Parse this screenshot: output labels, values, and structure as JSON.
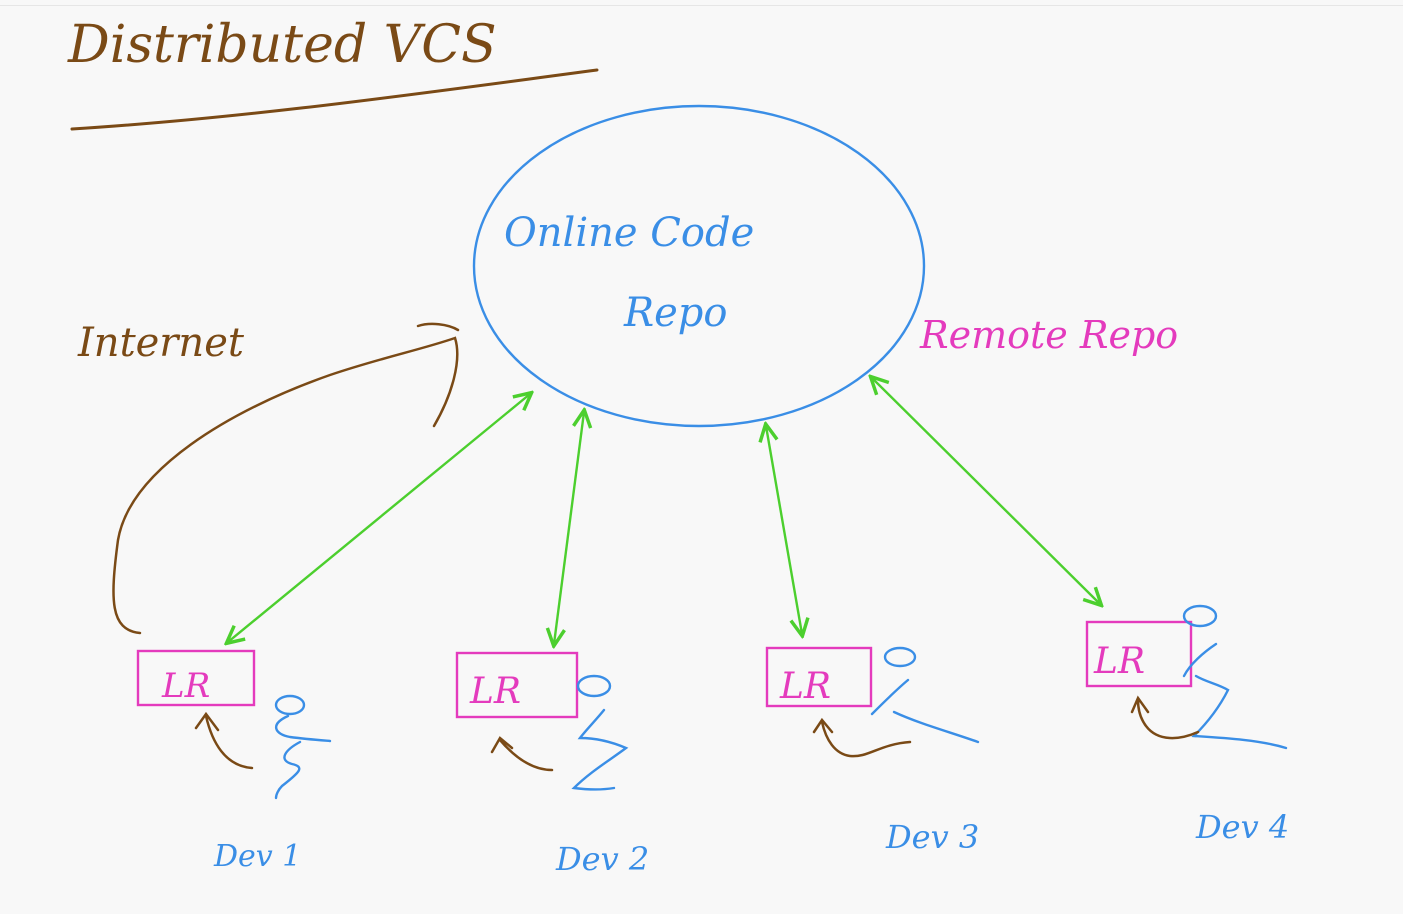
{
  "title": "Distributed VCS",
  "central": {
    "line1": "Online Code",
    "line2": "Repo"
  },
  "remote_label": "Remote Repo",
  "internet_label": "Internet",
  "developers": [
    {
      "name": "Dev 1",
      "repo_label": "LR"
    },
    {
      "name": "Dev 2",
      "repo_label": "LR"
    },
    {
      "name": "Dev 3",
      "repo_label": "LR"
    },
    {
      "name": "Dev 4",
      "repo_label": "LR"
    }
  ],
  "colors": {
    "brown": "#7a4a16",
    "blue": "#3a8ee6",
    "pink": "#e43bbd",
    "green": "#4ccf2e",
    "background": "#f8f8f8"
  }
}
